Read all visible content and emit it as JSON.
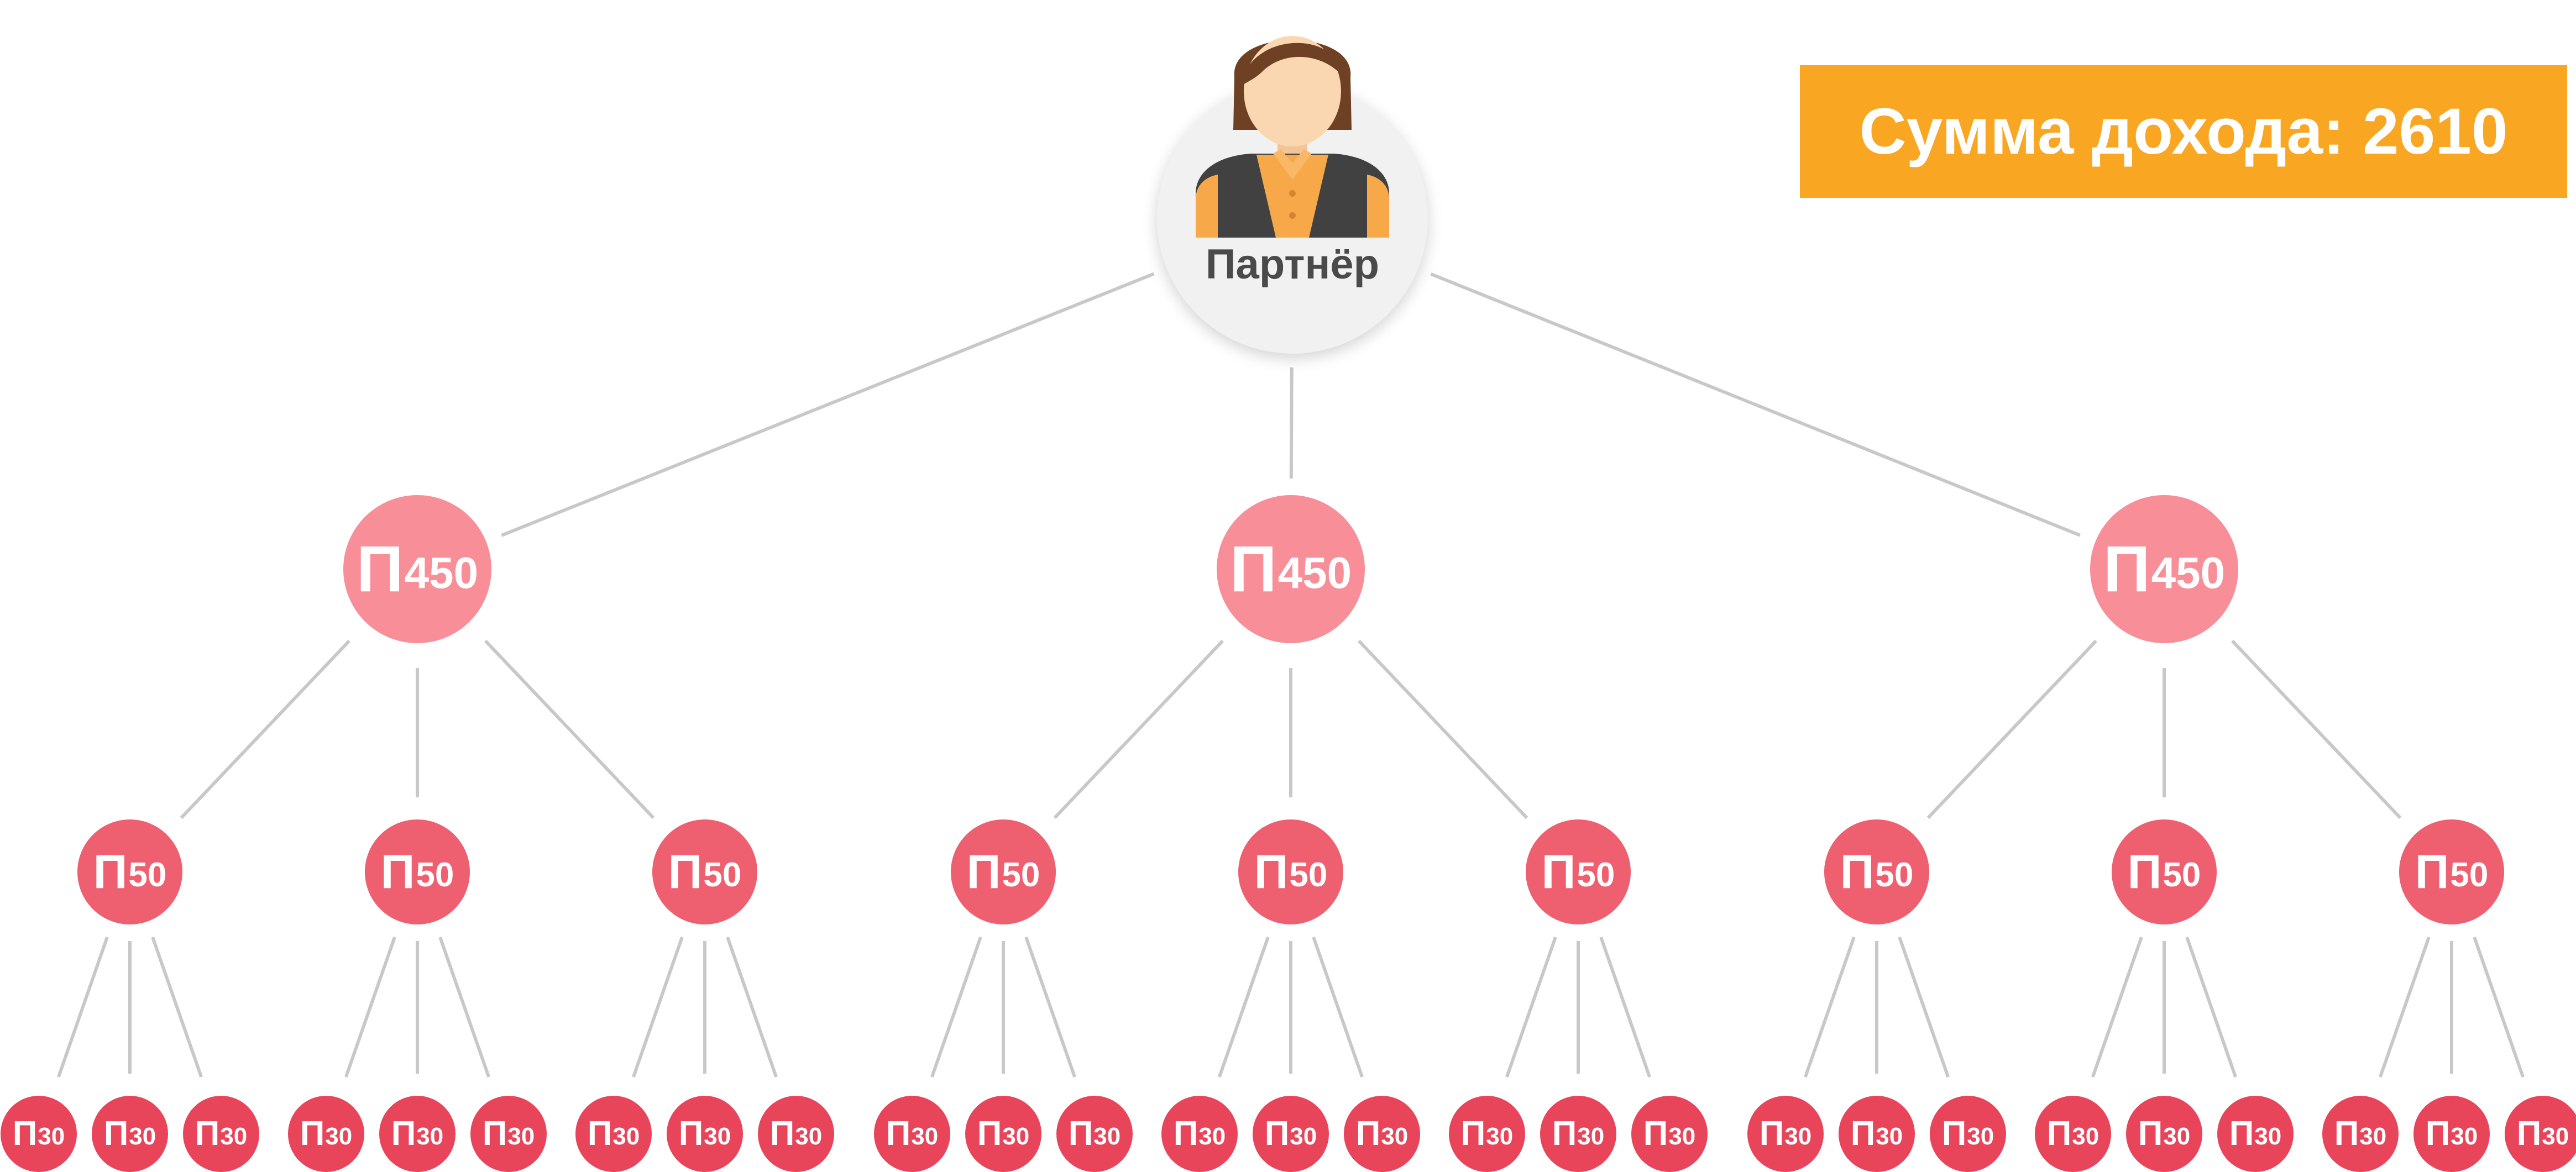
{
  "partner": {
    "label": "Партнёр"
  },
  "income": {
    "label": "Сумма дохода: 2610"
  },
  "tree": {
    "level1": [
      {
        "letter": "П",
        "value": "450"
      },
      {
        "letter": "П",
        "value": "450"
      },
      {
        "letter": "П",
        "value": "450"
      }
    ],
    "level2": [
      {
        "letter": "П",
        "value": "50"
      },
      {
        "letter": "П",
        "value": "50"
      },
      {
        "letter": "П",
        "value": "50"
      },
      {
        "letter": "П",
        "value": "50"
      },
      {
        "letter": "П",
        "value": "50"
      },
      {
        "letter": "П",
        "value": "50"
      },
      {
        "letter": "П",
        "value": "50"
      },
      {
        "letter": "П",
        "value": "50"
      },
      {
        "letter": "П",
        "value": "50"
      }
    ],
    "level3": [
      {
        "letter": "П",
        "value": "30"
      },
      {
        "letter": "П",
        "value": "30"
      },
      {
        "letter": "П",
        "value": "30"
      },
      {
        "letter": "П",
        "value": "30"
      },
      {
        "letter": "П",
        "value": "30"
      },
      {
        "letter": "П",
        "value": "30"
      },
      {
        "letter": "П",
        "value": "30"
      },
      {
        "letter": "П",
        "value": "30"
      },
      {
        "letter": "П",
        "value": "30"
      },
      {
        "letter": "П",
        "value": "30"
      },
      {
        "letter": "П",
        "value": "30"
      },
      {
        "letter": "П",
        "value": "30"
      },
      {
        "letter": "П",
        "value": "30"
      },
      {
        "letter": "П",
        "value": "30"
      },
      {
        "letter": "П",
        "value": "30"
      },
      {
        "letter": "П",
        "value": "30"
      },
      {
        "letter": "П",
        "value": "30"
      },
      {
        "letter": "П",
        "value": "30"
      },
      {
        "letter": "П",
        "value": "30"
      },
      {
        "letter": "П",
        "value": "30"
      },
      {
        "letter": "П",
        "value": "30"
      },
      {
        "letter": "П",
        "value": "30"
      },
      {
        "letter": "П",
        "value": "30"
      },
      {
        "letter": "П",
        "value": "30"
      },
      {
        "letter": "П",
        "value": "30"
      },
      {
        "letter": "П",
        "value": "30"
      },
      {
        "letter": "П",
        "value": "30"
      }
    ]
  },
  "colors": {
    "level1": "#f78e98",
    "level2": "#ee5f6f",
    "level3": "#e8445a",
    "connector": "#c8c8c8",
    "income_bg": "#f9a622",
    "partner_bg": "#f1f1f1"
  },
  "icons": {
    "avatar": "woman-avatar-icon"
  }
}
